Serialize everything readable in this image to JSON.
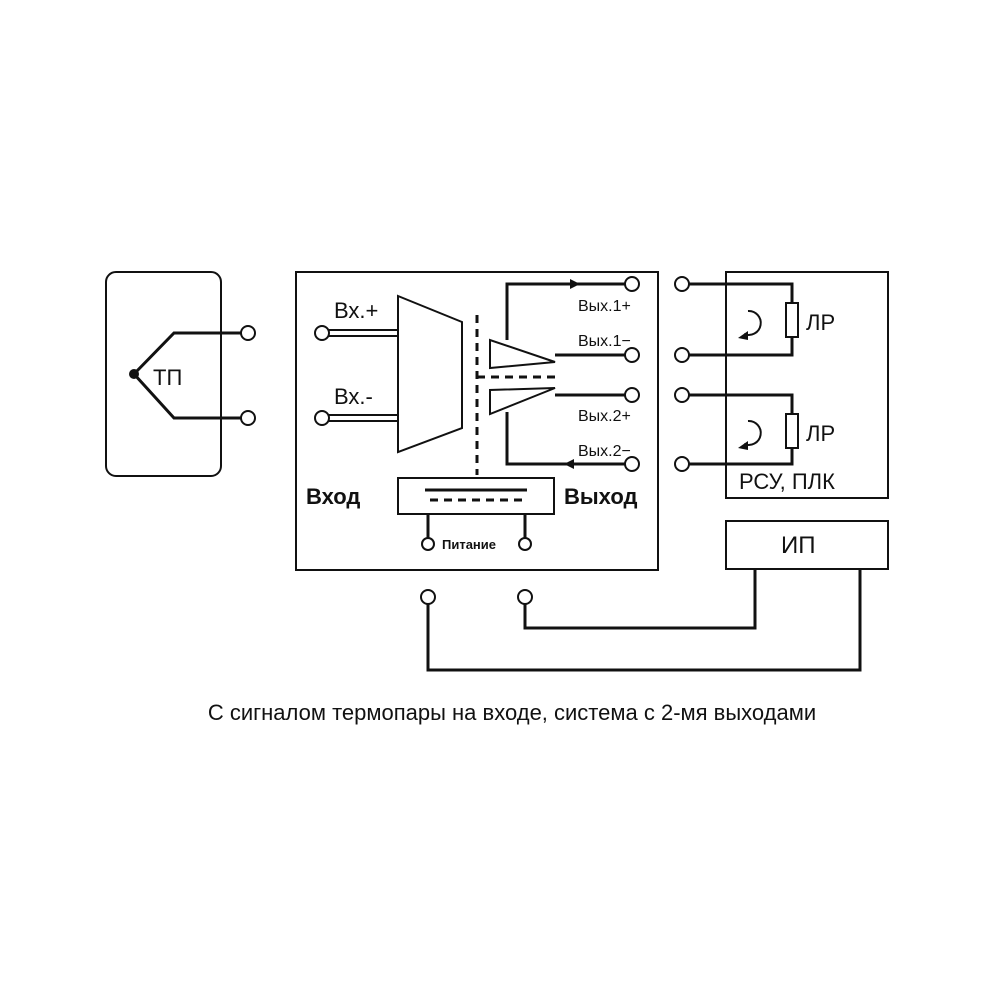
{
  "sensor": {
    "label": "ТП"
  },
  "module": {
    "input_plus": "Вх.+",
    "input_minus": "Вх.-",
    "out1_plus": "Вых.1+",
    "out1_minus": "Вых.1−",
    "out2_plus": "Вых.2+",
    "out2_minus": "Вых.2−",
    "input_title": "Вход",
    "output_title": "Выход",
    "power_label": "Питание"
  },
  "receiver": {
    "load1": "ЛР",
    "load2": "ЛР",
    "title": "РСУ, ПЛК"
  },
  "power_supply": {
    "label": "ИП"
  },
  "caption": "С сигналом термопары на входе, система с 2-мя выходами"
}
